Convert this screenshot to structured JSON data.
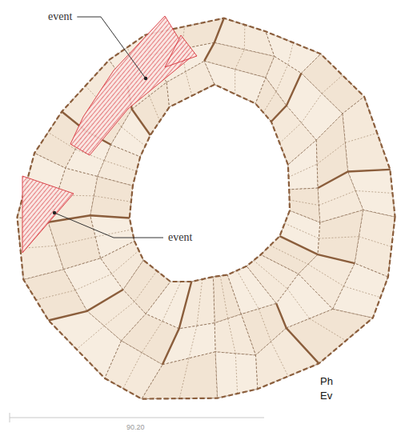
{
  "diagram": {
    "labels": [
      "event",
      "event",
      "Ph",
      "Ev",
      "90.20"
    ]
  }
}
